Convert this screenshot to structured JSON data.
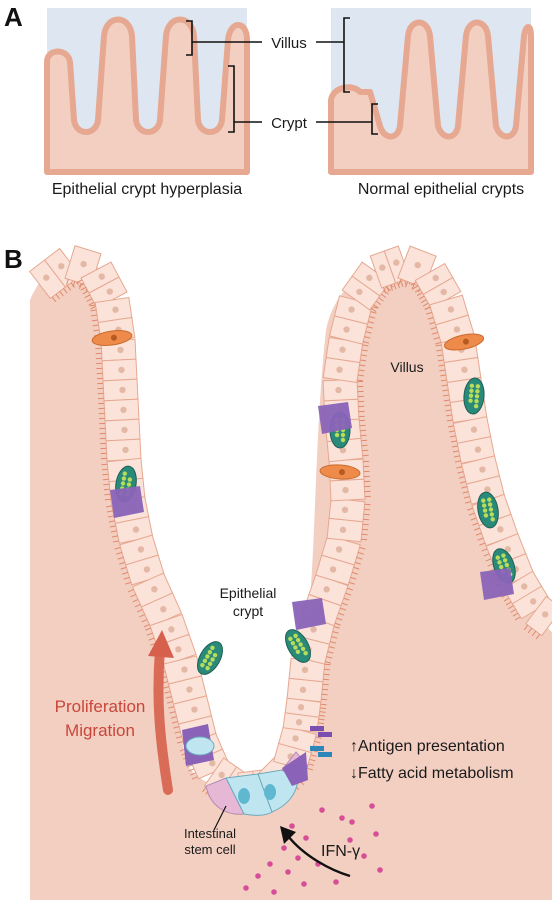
{
  "panel_a": {
    "letter": "A",
    "villus_label": "Villus",
    "crypt_label": "Crypt",
    "left_caption": "Epithelial crypt hyperplasia",
    "right_caption": "Normal epithelial crypts"
  },
  "panel_b": {
    "letter": "B",
    "villus_label": "Villus",
    "crypt_label_line1": "Epithelial",
    "crypt_label_line2": "crypt",
    "proliferation_label": "Proliferation",
    "migration_label": "Migration",
    "antigen_label": "↑Antigen presentation",
    "fatty_acid_label": "↓Fatty acid metabolism",
    "stem_label_line1": "Intestinal",
    "stem_label_line2": "stem cell",
    "ifn_label": "IFN-γ"
  },
  "colors": {
    "tissue": "#f3cfc2",
    "epithelium_outline": "#e6a891",
    "lumen": "#dde6f1",
    "cell_fill": "#fbe3da",
    "nucleus": "#e3b9a6",
    "orange_cell": "#ef8b4a",
    "purple_cell": "#8a63b8",
    "goblet_green": "#2a8a7a",
    "stem_pink": "#e6b8d6",
    "stem_cyan": "#bfe6f0",
    "arrow_red": "#d6604b",
    "label_red": "#c8463a",
    "ifn_dot": "#d64f96"
  }
}
